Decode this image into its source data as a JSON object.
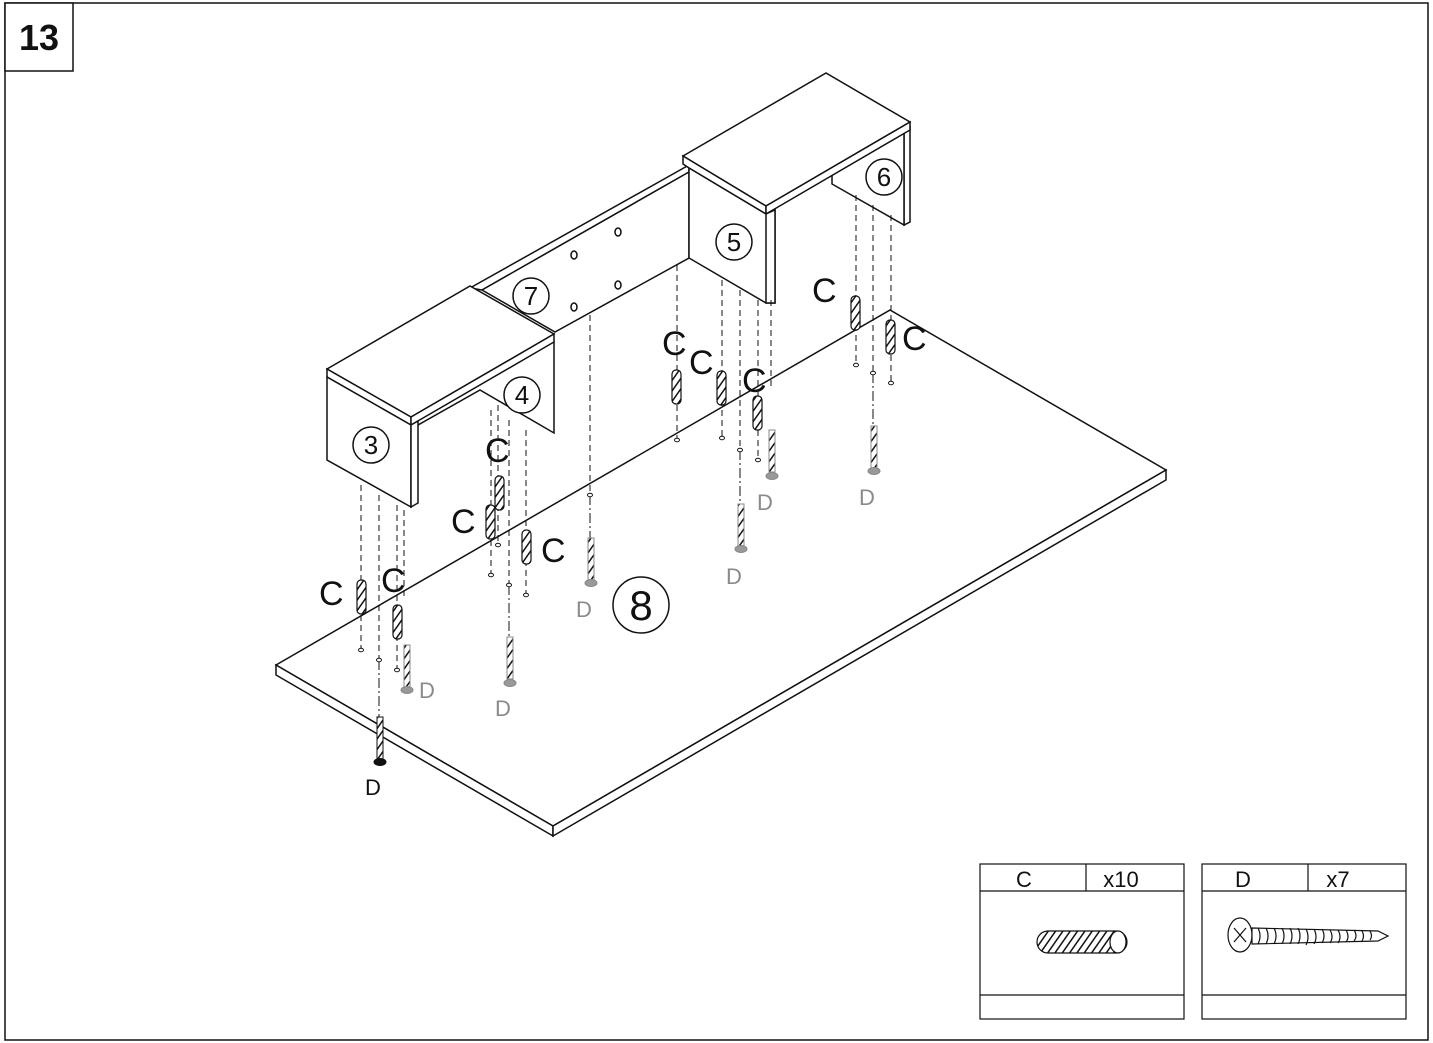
{
  "step": {
    "number": "13"
  },
  "part_labels": {
    "p3": "3",
    "p4": "4",
    "p5": "5",
    "p6": "6",
    "p7": "7",
    "p8": "8"
  },
  "fastener_letters": {
    "dowel": "C",
    "screw": "D"
  },
  "hardware": [
    {
      "code": "C",
      "qty": "x10",
      "icon": "wooden-dowel-icon"
    },
    {
      "code": "D",
      "qty": "x7",
      "icon": "phillips-screw-icon"
    }
  ],
  "colors": {
    "line": "#1a1a1a",
    "screw_gray": "#8a8a8a",
    "panel_fill": "#ffffff"
  }
}
